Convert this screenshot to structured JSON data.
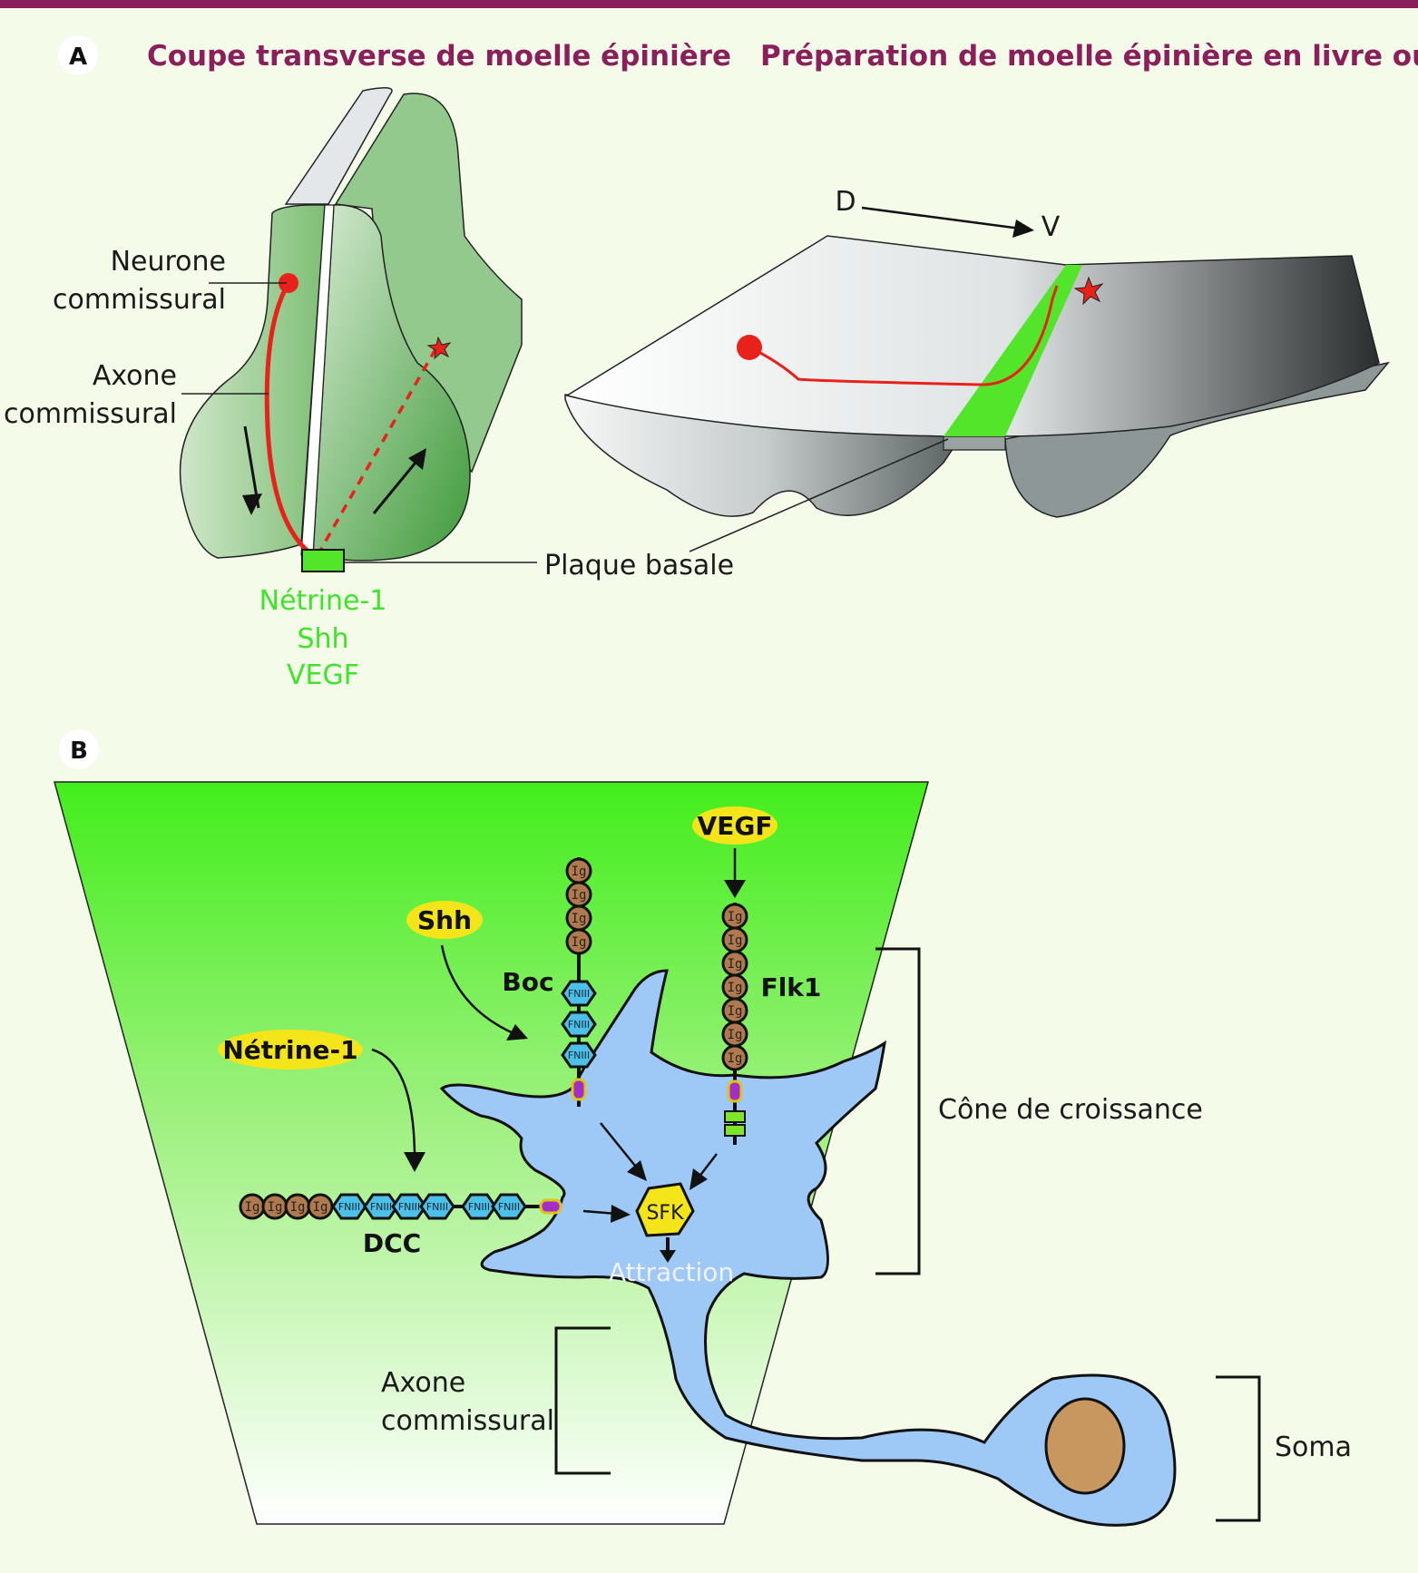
{
  "panelA": {
    "label": "A",
    "left_title": "Coupe transverse de moelle épinière",
    "right_title": "Préparation de moelle épinière en livre ouvert",
    "neurone_label": [
      "Neurone",
      "commissural"
    ],
    "axone_label": [
      "Axone",
      "commissural"
    ],
    "floorplate_label": "Plaque basale",
    "cues": [
      "Nétrine-1",
      "Shh",
      "VEGF"
    ],
    "axis_from": "D",
    "axis_to": "V"
  },
  "panelB": {
    "label": "B",
    "ligands": {
      "shh": "Shh",
      "vegf": "VEGF",
      "netrin": "Nétrine-1"
    },
    "receptors": {
      "boc": "Boc",
      "flk1": "Flk1",
      "dcc": "DCC"
    },
    "domain_ig": "Ig",
    "domain_fn": "FNIII",
    "kinase": "SFK",
    "outcome": "Attraction",
    "growth_cone_label": "Cône de croissance",
    "axon_label": [
      "Axone",
      "commissural"
    ],
    "soma_label": "Soma"
  },
  "colors": {
    "header_bar": "#8a1f5b",
    "title": "#8a1f5b",
    "cue_green": "#3ee42a",
    "axon_red": "#e8221b",
    "cell_blue": "#9ec9f7",
    "ligand_yellow": "#f4e41a",
    "ig_brown": "#b07a4e",
    "fn_cyan": "#4cc0e6"
  }
}
